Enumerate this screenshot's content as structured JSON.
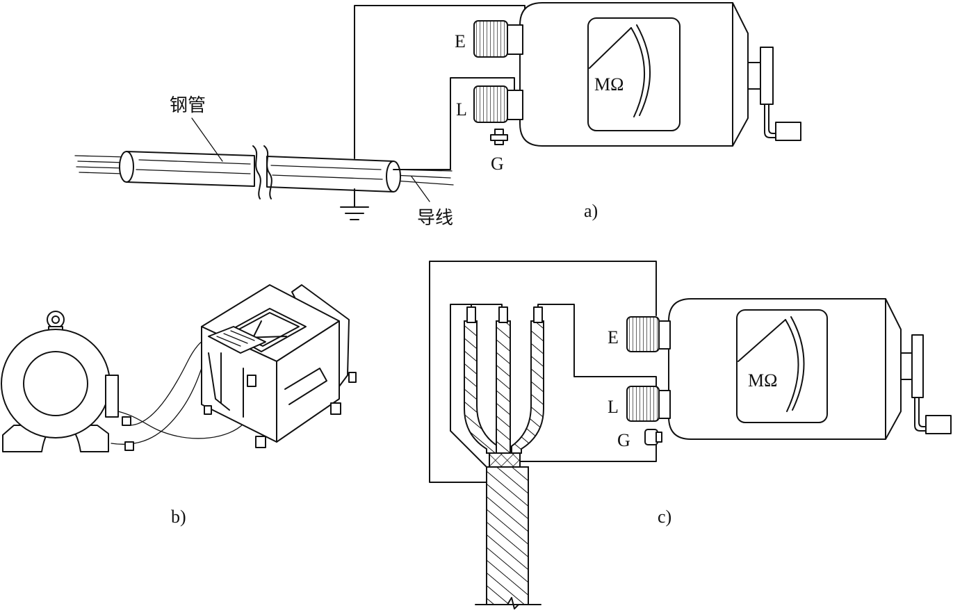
{
  "panel_a": {
    "caption": "a)",
    "steel_pipe_label": "钢管",
    "conductor_label": "导线",
    "terminal_e": "E",
    "terminal_l": "L",
    "terminal_g": "G",
    "meter_unit": "MΩ"
  },
  "panel_b": {
    "caption": "b)"
  },
  "panel_c": {
    "caption": "c)",
    "terminal_e": "E",
    "terminal_l": "L",
    "terminal_g": "G",
    "meter_unit": "MΩ"
  }
}
